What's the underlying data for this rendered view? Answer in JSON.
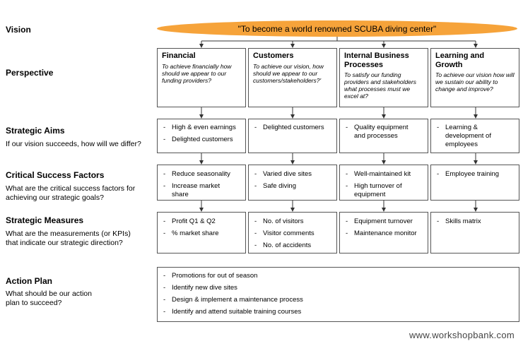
{
  "rows": {
    "vision": {
      "title": "Vision"
    },
    "perspective": {
      "title": "Perspective"
    },
    "aims": {
      "title": "Strategic Aims",
      "subtitle": "If our vision succeeds, how will we differ?"
    },
    "csf": {
      "title": "Critical Success Factors",
      "subtitle": "What are the critical success factors for achieving our strategic goals?"
    },
    "measures": {
      "title": "Strategic Measures",
      "subtitle": "What are the measurements (or KPIs) that indicate our strategic direction?"
    },
    "action": {
      "title": "Action Plan",
      "subtitle": "What should be our action plan to succeed?"
    }
  },
  "vision_statement": "\"To become a world renowned SCUBA diving center\"",
  "perspectives": [
    {
      "title": "Financial",
      "desc": "To achieve financially how should we appear to our funding providers?"
    },
    {
      "title": "Customers",
      "desc": "To achieve our vision, how should we appear to our customers/stakeholders?'"
    },
    {
      "title": "Internal Business Processes",
      "desc": "To satisfy our funding providers and stakeholders what processes must we excel at?"
    },
    {
      "title": "Learning and Growth",
      "desc": "To achieve our vision how will we sustain our ability to change and improve?"
    }
  ],
  "aims": [
    [
      "High & even earnings",
      "Delighted customers"
    ],
    [
      "Delighted customers"
    ],
    [
      "Quality equipment and processes"
    ],
    [
      "Learning & development of employees"
    ]
  ],
  "csf": [
    [
      "Reduce seasonality",
      "Increase market share"
    ],
    [
      "Varied dive sites",
      "Safe diving"
    ],
    [
      "Well-maintained kit",
      "High turnover of equipment"
    ],
    [
      "Employee training"
    ]
  ],
  "measures": [
    [
      "Profit Q1 & Q2",
      "% market share"
    ],
    [
      "No. of visitors",
      "Visitor comments",
      "No. of accidents"
    ],
    [
      "Equipment turnover",
      "Maintenance monitor"
    ],
    [
      "Skills matrix"
    ]
  ],
  "action_plan": [
    "Promotions for out of season",
    "Identify new dive sites",
    "Design & implement a maintenance process",
    "Identify and attend suitable training courses"
  ],
  "footer": "www.workshopbank.com",
  "colors": {
    "oval": "#f6a33a",
    "border": "#555555"
  }
}
